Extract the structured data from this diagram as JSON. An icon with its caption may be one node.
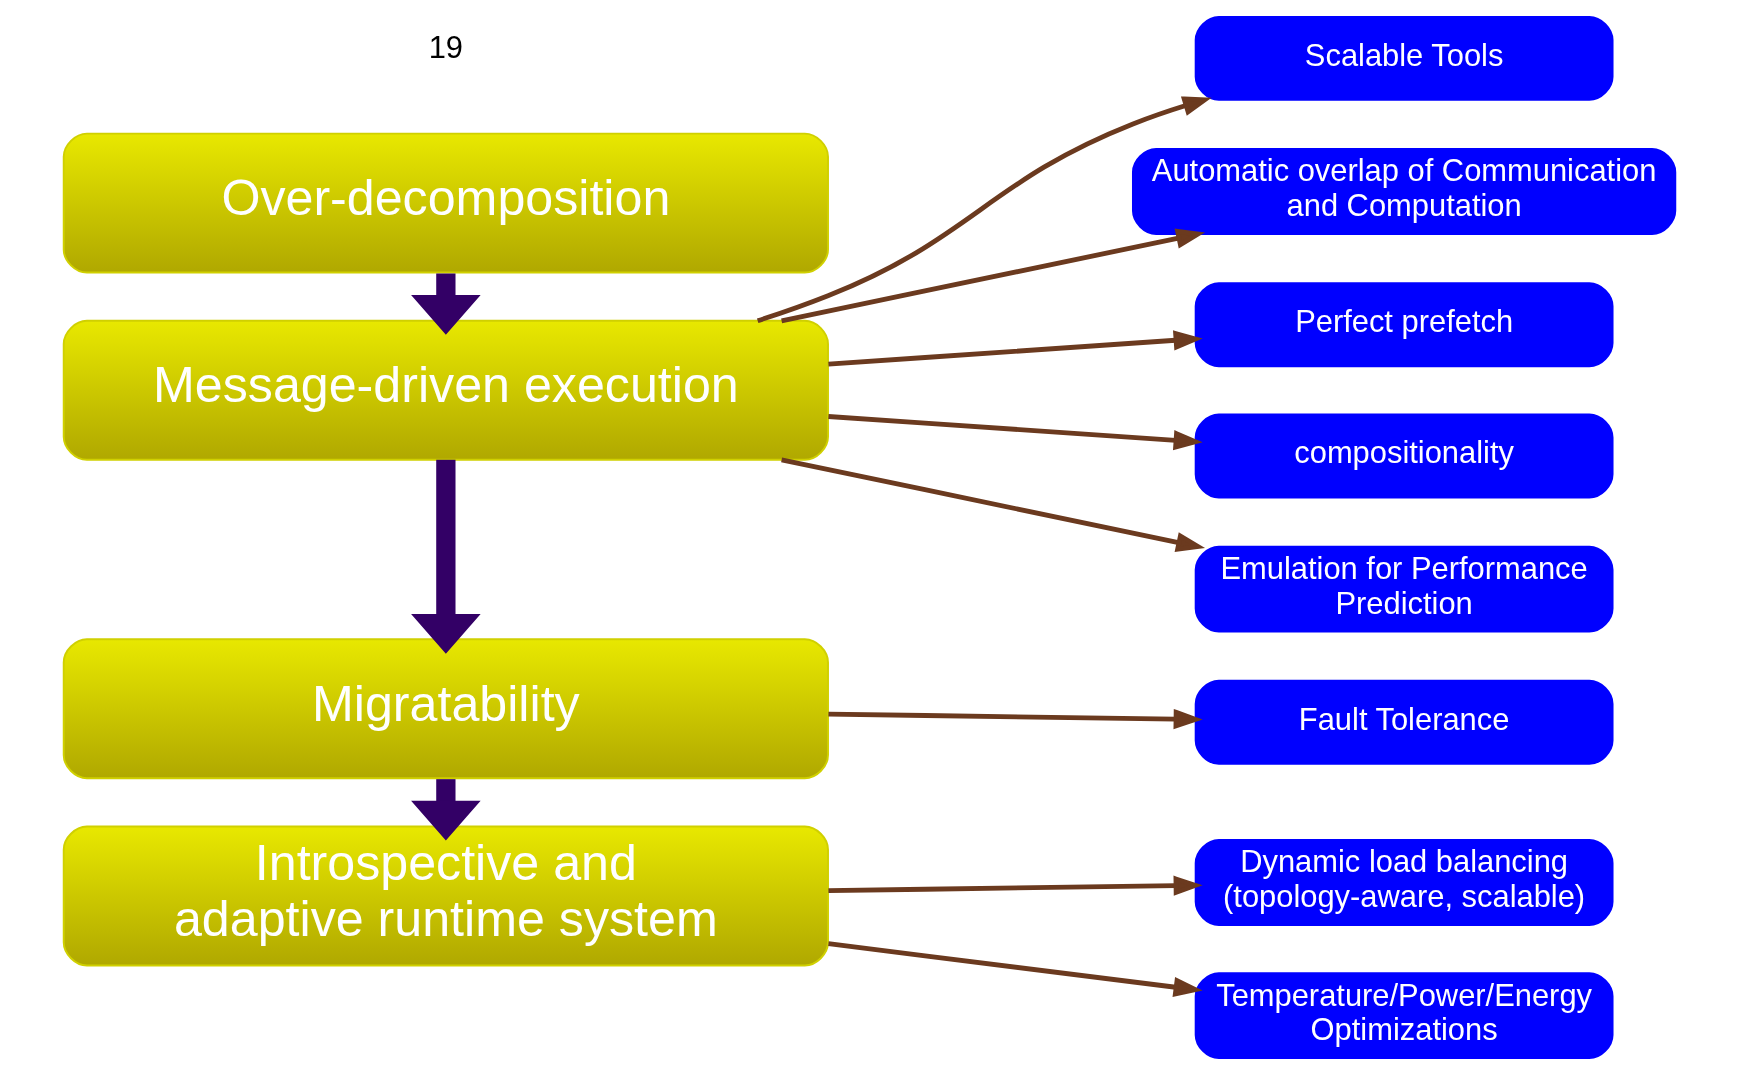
{
  "diagram": {
    "nodes": [
      {
        "text": [
          "Over-decomposition"
        ]
      },
      {
        "text": [
          "Message-driven execution"
        ]
      },
      {
        "text": [
          "Migratability"
        ]
      },
      {
        "text": [
          "Introspective and adaptive runtime system"
        ]
      },
      {
        "text": [
          "Scalable Tools"
        ]
      },
      {
        "text": [
          "Automatic overlap of Communication and Computation"
        ]
      },
      {
        "text": [
          "Perfect prefetch"
        ]
      },
      {
        "text": [
          "compositionality"
        ]
      },
      {
        "text": [
          "Emulation for Performance Prediction"
        ]
      },
      {
        "text": [
          "Fault Tolerance"
        ]
      },
      {
        "text": [
          "Dynamic load balancing (topology-aware, scalable)"
        ]
      },
      {
        "text": [
          "Temperature/Power/Energy Optimizations"
        ]
      }
    ],
    "edges": [
      {
        "from": 0,
        "to": 1,
        "arrow": "to",
        "style": "thick",
        "color": "#330066"
      },
      {
        "from": 1,
        "to": 2,
        "arrow": "to",
        "style": "thick",
        "color": "#330066"
      },
      {
        "from": 2,
        "to": 3,
        "arrow": "to",
        "style": "thick",
        "color": "#330066"
      },
      {
        "from": 1,
        "to": 4,
        "arrow": "to"
      },
      {
        "from": 1,
        "to": 5,
        "arrow": "to"
      },
      {
        "from": 1,
        "to": 6,
        "arrow": "to"
      },
      {
        "from": 1,
        "to": 7,
        "arrow": "to"
      },
      {
        "from": 1,
        "to": 8,
        "arrow": "to"
      },
      {
        "from": 2,
        "to": 9,
        "arrow": "to"
      },
      {
        "from": 3,
        "to": 10,
        "arrow": "to"
      },
      {
        "from": 3,
        "to": 11,
        "arrow": "to"
      }
    ],
    "labels": [
      "19"
    ]
  }
}
